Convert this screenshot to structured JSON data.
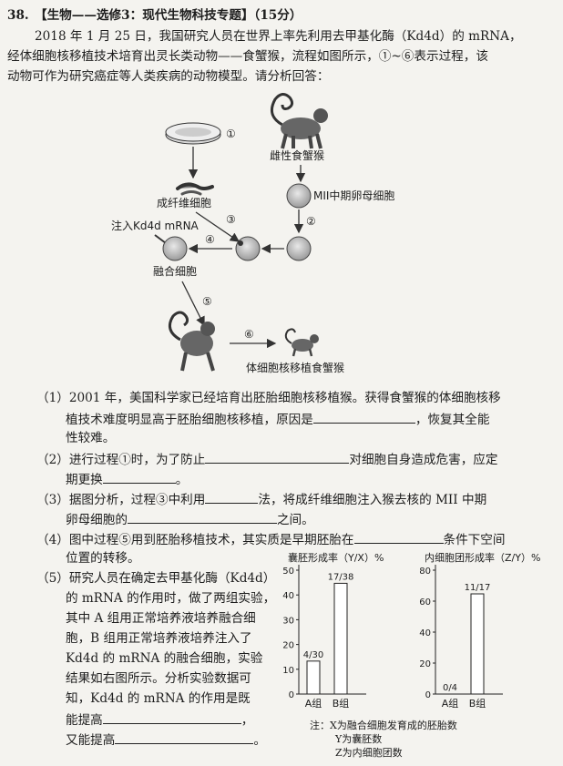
{
  "question": {
    "number": "38.",
    "title": "【生物——选修3：现代生物科技专题】（15分）",
    "intro": [
      "2018 年 1 月 25 日，我国研究人员在世界上率先利用去甲基化酶（Kd4d）的 mRNA，",
      "经体细胞核移植技术培育出灵长类动物——食蟹猴，流程如图所示，①~⑥表示过程，该",
      "动物可作为研究癌症等人类疾病的动物模型。请分析回答："
    ]
  },
  "diagram": {
    "step_labels": [
      "①",
      "②",
      "③",
      "④",
      "⑤",
      "⑥"
    ],
    "female_monkey": "雌性食蟹猴",
    "oocyte": "MII中期卵母细胞",
    "fibroblast": "成纤维细胞",
    "inject": "注入Kd4d mRNA",
    "fused_cell": "融合细胞",
    "cloned_monkey": "体细胞核移植食蟹猴"
  },
  "sub_questions": {
    "q1": [
      "（1）2001 年，美国科学家已经培育出胚胎细胞核移植猴。获得食蟹猴的体细胞核移",
      "植技术难度明显高于胚胎细胞核移植，原因是",
      "，恢复其全能",
      "性较难。"
    ],
    "q2": [
      "（2）进行过程①时，为了防止",
      "对细胞自身造成危害，应定",
      "期更换",
      "。"
    ],
    "q3": [
      "（3）据图分析，过程③中利用",
      "法，将成纤维细胞注入猴去核的 MII 中期",
      "卵母细胞的",
      "之间。"
    ],
    "q4": [
      "（4）图中过程⑤用到胚胎移植技术，其实质是早期胚胎在",
      "条件下空间",
      "位置的转移。"
    ],
    "q5": [
      "（5）研究人员在确定去甲基化酶（Kd4d）",
      "的 mRNA 的作用时，做了两组实验，",
      "其中 A 组用正常培养液培养融合细",
      "胞，B 组用正常培养液培养注入了",
      "Kd4d 的 mRNA 的融合细胞，实验",
      "结果如右图所示。分析实验数据可",
      "知，Kd4d 的 mRNA 的作用是既",
      "能提高",
      "，",
      "又能提高",
      "。"
    ]
  },
  "chart_data": [
    {
      "type": "bar",
      "title": "囊胚形成率（Y/X）%",
      "categories": [
        "A组",
        "B组"
      ],
      "values": [
        13.3,
        44.7
      ],
      "data_labels": [
        "4/30",
        "17/38"
      ],
      "ylim": [
        0,
        50
      ],
      "yticks": [
        0,
        10,
        20,
        30,
        40,
        50
      ],
      "grid": false
    },
    {
      "type": "bar",
      "title": "内细胞团形成率（Z/Y）%",
      "categories": [
        "A组",
        "B组"
      ],
      "values": [
        0,
        64.7
      ],
      "data_labels": [
        "0/4",
        "11/17"
      ],
      "ylim": [
        0,
        80
      ],
      "yticks": [
        0,
        20,
        40,
        60,
        80
      ],
      "grid": false
    }
  ],
  "chart_note": [
    "注：X为融合细胞发育成的胚胎数",
    "Y为囊胚数",
    "Z为内细胞团数"
  ],
  "colors": {
    "text": "#1d1d1d",
    "paper": "#f4f3ef"
  }
}
